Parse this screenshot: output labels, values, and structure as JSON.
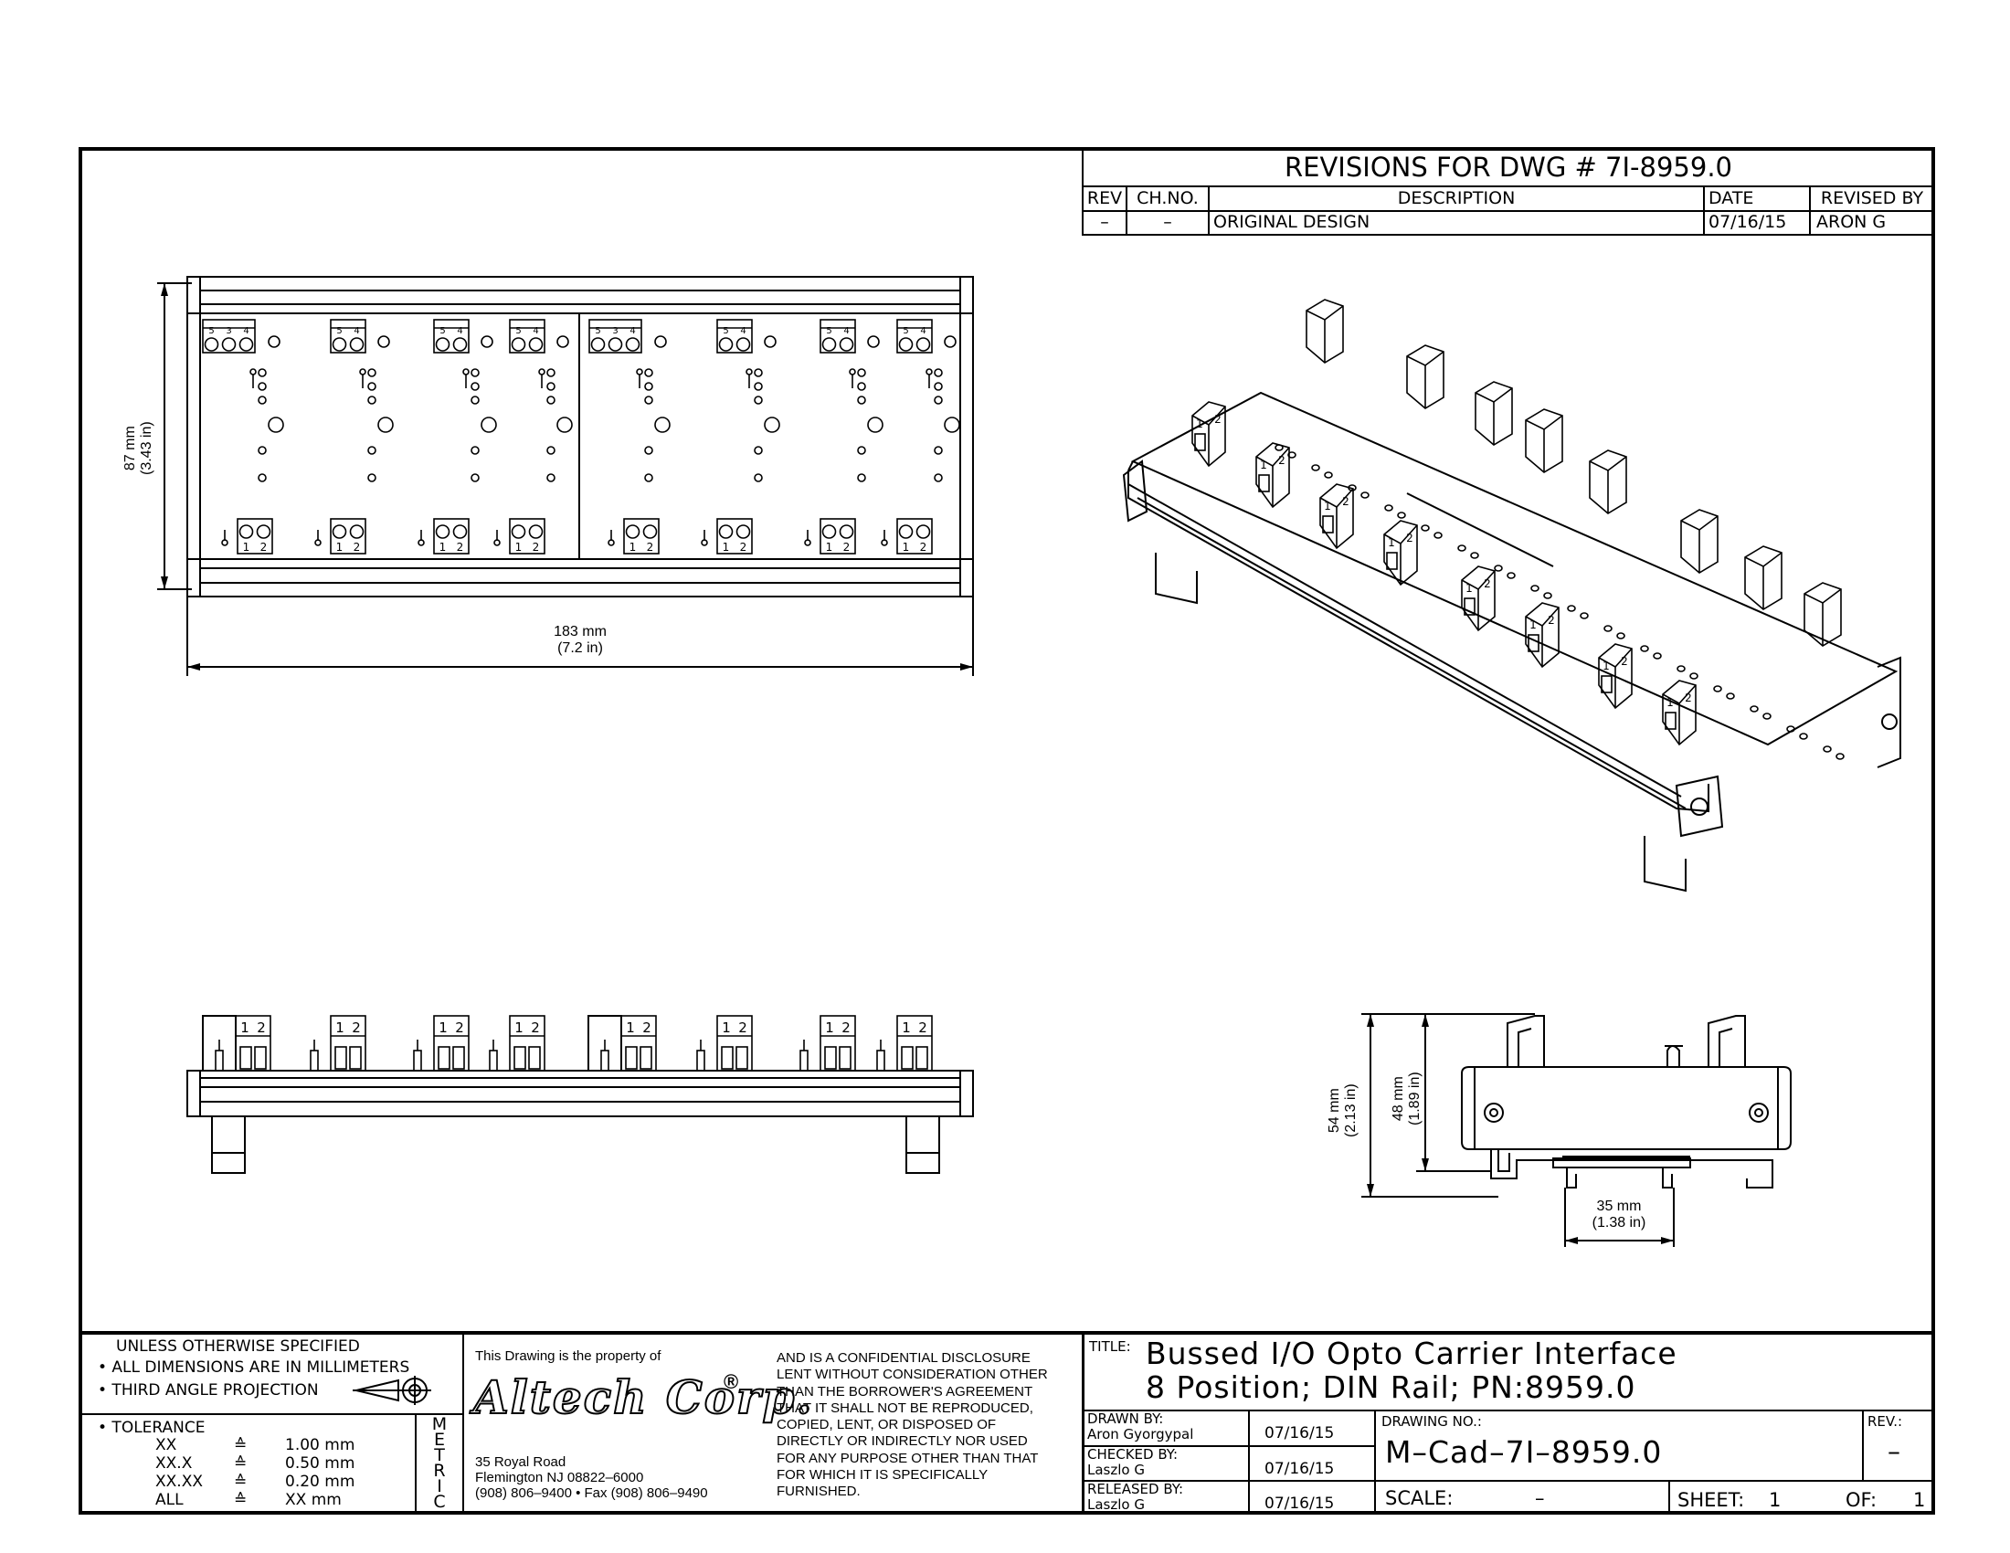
{
  "revisions": {
    "title": "REVISIONS FOR DWG # 7I-8959.0",
    "headers": {
      "rev": "REV",
      "ch_no": "CH.NO.",
      "description": "DESCRIPTION",
      "date": "DATE",
      "revised_by": "REVISED BY"
    },
    "rows": [
      {
        "rev": "–",
        "ch_no": "–",
        "description": "ORIGINAL DESIGN",
        "date": "07/16/15",
        "revised_by": "ARON G"
      }
    ]
  },
  "top_view": {
    "height_dim": "87 mm",
    "height_dim_in": "(3.43 in)",
    "width_dim": "183 mm",
    "width_dim_in": "(7.2 in)",
    "top_terminal_labels": [
      "5",
      "3",
      "4"
    ],
    "bottom_terminal_labels": [
      "1",
      "2"
    ]
  },
  "side_view": {
    "terminal_labels": [
      "1",
      "2"
    ]
  },
  "end_view": {
    "total_height": "54 mm",
    "total_height_in": "(2.13 in)",
    "body_height": "48 mm",
    "body_height_in": "(1.89 in)",
    "rail_width": "35 mm",
    "rail_width_in": "(1.38 in)"
  },
  "iso_view": {
    "terminal_labels": [
      "1",
      "2"
    ]
  },
  "title_block": {
    "unless": "UNLESS OTHERWISE SPECIFIED",
    "note1": "• ALL DIMENSIONS ARE IN MILLIMETERS",
    "note2": "• THIRD ANGLE PROJECTION",
    "tolerance_label": "• TOLERANCE",
    "tolerances": [
      {
        "fmt": "XX",
        "sym": "≙",
        "val": "1.00 mm"
      },
      {
        "fmt": "XX.X",
        "sym": "≙",
        "val": "0.50 mm"
      },
      {
        "fmt": "XX.XX",
        "sym": "≙",
        "val": "0.20 mm"
      },
      {
        "fmt": "ALL",
        "sym": "≙",
        "val": "XX mm"
      }
    ],
    "metric": [
      "M",
      "E",
      "T",
      "R",
      "I",
      "C"
    ],
    "property_of": "This Drawing is the property of",
    "company": "Altech Corp.",
    "registered": "®",
    "address1": "35 Royal Road",
    "address2": "Flemington NJ 08822–6000",
    "address3": "(908) 806–9400 • Fax (908) 806–9490",
    "disclosure": [
      "AND IS A CONFIDENTIAL DISCLOSURE",
      "LENT WITHOUT CONSIDERATION OTHER",
      "THAN THE BORROWER'S AGREEMENT",
      "THAT IT SHALL NOT BE REPRODUCED,",
      "COPIED, LENT, OR DISPOSED OF",
      "DIRECTLY OR INDIRECTLY NOR USED",
      "FOR ANY PURPOSE OTHER THAN THAT",
      "FOR WHICH IT IS SPECIFICALLY",
      "FURNISHED."
    ],
    "title_label": "TITLE:",
    "title_line1": "Bussed I/O Opto Carrier Interface",
    "title_line2": "8 Position; DIN Rail; PN:8959.0",
    "drawn_by_label": "DRAWN BY:",
    "drawn_by": "Aron Gyorgypal",
    "drawn_date": "07/16/15",
    "checked_by_label": "CHECKED BY:",
    "checked_by": "Laszlo G",
    "checked_date": "07/16/15",
    "released_by_label": "RELEASED BY:",
    "released_by": "Laszlo G",
    "released_date": "07/16/15",
    "drawing_no_label": "DRAWING NO.:",
    "drawing_no": "M–Cad–7I–8959.0",
    "rev_label": "REV.:",
    "rev": "–",
    "scale_label": "SCALE:",
    "scale": "–",
    "sheet_label": "SHEET:",
    "sheet": "1",
    "of_label": "OF:",
    "of": "1"
  }
}
